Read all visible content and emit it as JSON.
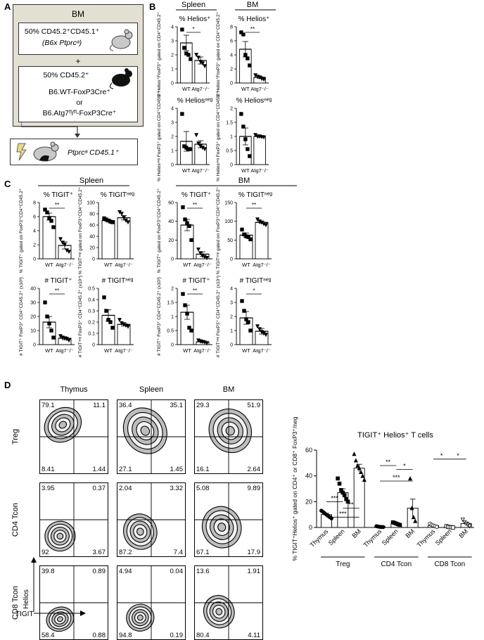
{
  "panels": {
    "a": "A",
    "b": "B",
    "c": "C",
    "d": "D"
  },
  "schema": {
    "outer_title": "BM",
    "donor1_line1": "50% CD45.2⁺CD45.1⁺",
    "donor1_line2": "(B6x Ptprcᵃ)",
    "plus": "+",
    "donor2_line1": "50% CD45.2⁺",
    "donor2_line2": "B6.WT-FoxP3Cre⁺",
    "donor2_or": "or",
    "donor2_line3": "B6.Atg7ᶠˡ/ᶠˡ-FoxP3Cre⁺",
    "recipient": "Ptprcᵃ CD45.1⁺",
    "colors": {
      "fill": "#e4dfd3",
      "border": "#333333"
    }
  },
  "flow": {
    "columns": [
      "Thymus",
      "Spleen",
      "BM"
    ],
    "rows": [
      "Treg",
      "CD4 Tcon",
      "CD8 Tcon"
    ],
    "x_axis": "TIGIT",
    "y_axis": "Helios",
    "quadrants": [
      [
        [
          "79.1",
          "11.1",
          "8.41",
          "1.44"
        ],
        [
          "36.4",
          "35.1",
          "27.1",
          "1.45"
        ],
        [
          "29.3",
          "51.9",
          "16.1",
          "2.64"
        ]
      ],
      [
        [
          "3.95",
          "0.37",
          "92",
          "3.67"
        ],
        [
          "2.04",
          "3.32",
          "87.2",
          "7.4"
        ],
        [
          "5.08",
          "9.89",
          "67.1",
          "17.9"
        ]
      ],
      [
        [
          "39.8",
          "0.89",
          "58.4",
          "0.88"
        ],
        [
          "4.94",
          "0.04",
          "94.8",
          "0.19"
        ],
        [
          "13.6",
          "1.91",
          "80.4",
          "4.11"
        ]
      ]
    ]
  },
  "chart_data": [
    {
      "type": "bar",
      "panel": "B",
      "group": "Spleen",
      "title": "% Helios⁺",
      "ylabel": "% Helios⁺FoxP3⁺ gated on CD4⁺CD45.2⁺",
      "categories": [
        "WT",
        "Atg7⁻/⁻"
      ],
      "ylim": [
        0,
        4
      ],
      "yticks": [
        0,
        1,
        2,
        3,
        4
      ],
      "means": [
        2.85,
        1.6
      ],
      "sem": [
        0.55,
        0.25
      ],
      "points": [
        [
          3.8,
          2.5,
          2.1,
          2.0,
          1.7
        ],
        [
          2.0,
          1.8,
          1.5,
          1.4,
          1.2
        ]
      ],
      "markers": [
        "square",
        "triangle-down"
      ],
      "significance": "*"
    },
    {
      "type": "bar",
      "panel": "B",
      "group": "BM",
      "title": "% Helios⁺",
      "ylabel": "% Helios⁺FoxP3⁺ gated on CD4⁺CD45.2⁺",
      "categories": [
        "WT",
        "Atg7⁻/⁻"
      ],
      "ylim": [
        0,
        8
      ],
      "yticks": [
        0,
        2,
        4,
        6,
        8
      ],
      "means": [
        4.8,
        0.8
      ],
      "sem": [
        1.1,
        0.15
      ],
      "points": [
        [
          7.2,
          6.9,
          4.0,
          3.5,
          2.5
        ],
        [
          1.1,
          0.9,
          0.8,
          0.6,
          0.5
        ]
      ],
      "markers": [
        "square",
        "triangle-down"
      ],
      "significance": "**"
    },
    {
      "type": "bar",
      "panel": "B",
      "group": "Spleen",
      "title": "% Heliosⁿᵉᵍ",
      "ylabel": "% Heliosⁿᵉᵍ FoxP3⁺ gated on CD4⁺CD45.2⁺",
      "categories": [
        "WT",
        "Atg7⁻/⁻"
      ],
      "ylim": [
        0,
        4
      ],
      "yticks": [
        0,
        1,
        2,
        3,
        4
      ],
      "means": [
        1.65,
        1.45
      ],
      "sem": [
        0.7,
        0.25
      ],
      "points": [
        [
          3.6,
          1.3,
          1.2,
          1.1,
          1.1
        ],
        [
          2.1,
          1.5,
          1.3,
          1.2,
          1.1
        ]
      ],
      "markers": [
        "square",
        "triangle-down"
      ],
      "significance": ""
    },
    {
      "type": "bar",
      "panel": "B",
      "group": "BM",
      "title": "% Heliosⁿᵉᵍ",
      "ylabel": "% Heliosⁿᵉᵍ FoxP3⁺ gated on CD4⁺CD45.2⁺",
      "categories": [
        "WT",
        "Atg7⁻/⁻"
      ],
      "ylim": [
        0,
        2.0
      ],
      "yticks": [
        0.0,
        0.5,
        1.0,
        1.5,
        2.0
      ],
      "means": [
        1.0,
        1.0
      ],
      "sem": [
        0.3,
        0.03
      ],
      "points": [
        [
          1.8,
          1.35,
          0.9,
          0.55,
          0.3
        ],
        [
          1.05,
          1.0,
          1.0,
          0.98,
          0.97
        ]
      ],
      "markers": [
        "square",
        "triangle-down"
      ],
      "significance": ""
    },
    {
      "type": "bar",
      "panel": "C",
      "group": "Spleen",
      "title": "% TIGIT⁺",
      "ylabel": "% TIGIT⁺ gated on FoxP3⁺CD4⁺CD45.2⁺",
      "categories": [
        "WT",
        "Atg7⁻/⁻"
      ],
      "ylim": [
        0,
        8
      ],
      "yticks": [
        0,
        2,
        4,
        6,
        8
      ],
      "means": [
        6.0,
        1.9
      ],
      "sem": [
        0.5,
        0.5
      ],
      "points": [
        [
          7.0,
          6.6,
          5.8,
          5.4,
          4.5
        ],
        [
          2.8,
          2.3,
          2.0,
          1.2,
          1.0
        ]
      ],
      "markers": [
        "square",
        "triangle-down"
      ],
      "significance": "**"
    },
    {
      "type": "bar",
      "panel": "C",
      "group": "Spleen",
      "title": "% TIGITⁿᵉᵍ",
      "ylabel": "% TIGITⁿᵉᵍ gated on FoxP3⁺CD4⁺CD45.2⁺",
      "categories": [
        "WT",
        "Atg7⁻/⁻"
      ],
      "ylim": [
        0,
        100
      ],
      "yticks": [
        0,
        20,
        40,
        60,
        80,
        100
      ],
      "means": [
        68,
        73
      ],
      "sem": [
        2,
        4
      ],
      "points": [
        [
          72,
          70,
          68,
          66,
          65
        ],
        [
          83,
          80,
          73,
          68,
          65
        ]
      ],
      "markers": [
        "square",
        "triangle-down"
      ],
      "significance": ""
    },
    {
      "type": "bar",
      "panel": "C",
      "group": "BM",
      "title": "% TIGIT⁺",
      "ylabel": "% TIGIT⁺ gated on FoxP3⁺CD4⁺CD45.2⁺",
      "categories": [
        "WT",
        "Atg7⁻/⁻"
      ],
      "ylim": [
        0,
        60
      ],
      "yticks": [
        0,
        20,
        40,
        60
      ],
      "means": [
        36,
        5
      ],
      "sem": [
        6,
        2.5
      ],
      "points": [
        [
          55,
          42,
          38,
          35,
          20
        ],
        [
          10,
          6,
          3,
          2,
          1
        ]
      ],
      "markers": [
        "square",
        "triangle-down"
      ],
      "significance": "**"
    },
    {
      "type": "bar",
      "panel": "C",
      "group": "BM",
      "title": "% TIGITⁿᵉᵍ",
      "ylabel": "% TIGITⁿᵉᵍ gated on FoxP3⁺CD4⁺CD45.2⁺",
      "categories": [
        "WT",
        "Atg7⁻/⁻"
      ],
      "ylim": [
        0,
        150
      ],
      "yticks": [
        0,
        50,
        100,
        150
      ],
      "means": [
        63,
        97
      ],
      "sem": [
        6,
        3
      ],
      "points": [
        [
          78,
          65,
          60,
          58,
          52
        ],
        [
          105,
          100,
          97,
          93,
          90
        ]
      ],
      "markers": [
        "square",
        "triangle-down"
      ],
      "significance": "**"
    },
    {
      "type": "bar",
      "panel": "C",
      "group": "Spleen",
      "title": "# TIGIT⁺",
      "ylabel": "# TIGIT⁺ FoxP3⁺ CD4⁺CD45.2⁺ (x10³)",
      "categories": [
        "WT",
        "Atg7⁻/⁻"
      ],
      "ylim": [
        0,
        40
      ],
      "yticks": [
        0,
        10,
        20,
        30,
        40
      ],
      "means": [
        16,
        4.5
      ],
      "sem": [
        4,
        1
      ],
      "points": [
        [
          30,
          20,
          15,
          10,
          5
        ],
        [
          6,
          5,
          4.5,
          4,
          3
        ]
      ],
      "markers": [
        "square",
        "triangle-down"
      ],
      "significance": "**"
    },
    {
      "type": "bar",
      "panel": "C",
      "group": "Spleen",
      "title": "# TIGITⁿᵉᵍ",
      "ylabel": "# TIGITⁿᵉᵍ FoxP3⁺ CD4⁺CD45.2⁺ (x10⁴)",
      "categories": [
        "WT",
        "Atg7⁻/⁻"
      ],
      "ylim": [
        0,
        0.5
      ],
      "yticks": [
        0.0,
        0.1,
        0.2,
        0.3,
        0.4,
        0.5
      ],
      "means": [
        0.26,
        0.18
      ],
      "sem": [
        0.05,
        0.015
      ],
      "points": [
        [
          0.42,
          0.3,
          0.22,
          0.2,
          0.15
        ],
        [
          0.22,
          0.19,
          0.18,
          0.17,
          0.16
        ]
      ],
      "markers": [
        "square",
        "triangle-down"
      ],
      "significance": ""
    },
    {
      "type": "bar",
      "panel": "C",
      "group": "BM",
      "title": "# TIGIT⁺",
      "ylabel": "# TIGIT⁺ FoxP3⁺ CD4⁺CD45.2⁺ (x10³)",
      "categories": [
        "WT",
        "Atg7⁻/⁻"
      ],
      "ylim": [
        0,
        2.0
      ],
      "yticks": [
        0.0,
        0.5,
        1.0,
        1.5,
        2.0
      ],
      "means": [
        1.15,
        0.1
      ],
      "sem": [
        0.25,
        0.03
      ],
      "points": [
        [
          1.8,
          1.4,
          1.1,
          0.6,
          0.5
        ],
        [
          0.15,
          0.12,
          0.1,
          0.08,
          0.05
        ]
      ],
      "markers": [
        "square",
        "triangle-down"
      ],
      "significance": "**"
    },
    {
      "type": "bar",
      "panel": "C",
      "group": "BM",
      "title": "# TIGITⁿᵉᵍ",
      "ylabel": "# TIGITⁿᵉᵍ FoxP3⁺ CD4⁺CD45.2⁺ (x10⁴)",
      "categories": [
        "WT",
        "Atg7⁻/⁻"
      ],
      "ylim": [
        0,
        4
      ],
      "yticks": [
        0,
        1,
        2,
        3,
        4
      ],
      "means": [
        1.9,
        0.95
      ],
      "sem": [
        0.45,
        0.2
      ],
      "points": [
        [
          3.1,
          2.4,
          1.8,
          1.6,
          1.0
        ],
        [
          1.3,
          1.1,
          0.9,
          0.8,
          0.7
        ]
      ],
      "markers": [
        "square",
        "triangle-down"
      ],
      "significance": "*"
    },
    {
      "type": "bar",
      "panel": "D",
      "title": "TIGIT⁺ Helios⁺ T cells",
      "ylabel": "% TIGIT⁺Helios⁺ gated on CD4⁺ or CD8⁺ FoxP3⁺/neg",
      "categories": [
        "Thymus",
        "Spleen",
        "BM",
        "Thymus",
        "Spleen",
        "BM",
        "Thymus",
        "Spleen",
        "BM"
      ],
      "groups": [
        "Treg",
        "CD4 Tcon",
        "CD8 Tcon"
      ],
      "ylim": [
        0,
        60
      ],
      "yticks": [
        0,
        20,
        40,
        60
      ],
      "means": [
        10,
        27,
        46,
        0.5,
        3,
        15,
        1.5,
        0.5,
        3
      ],
      "sem": [
        1,
        3,
        3,
        0.2,
        0.5,
        7,
        0.5,
        0.2,
        1
      ],
      "points": [
        [
          13,
          12,
          11,
          10,
          9,
          8,
          7
        ],
        [
          38,
          34,
          29,
          27,
          25,
          22,
          20
        ],
        [
          57,
          52,
          48,
          46,
          43,
          40,
          37
        ],
        [
          1,
          0.7,
          0.5,
          0.4,
          0.3
        ],
        [
          4,
          3.5,
          3,
          2.5,
          2
        ],
        [
          38,
          15,
          8,
          5
        ],
        [
          3,
          2,
          1.5,
          1,
          0.5
        ],
        [
          1,
          0.5,
          0.3,
          0.2,
          0
        ],
        [
          6,
          4,
          3,
          2,
          1
        ]
      ],
      "markers": [
        "circle",
        "square",
        "triangle-up",
        "circle",
        "square",
        "triangle-up",
        "circle-open",
        "square-open",
        "triangle-down-open"
      ],
      "significance": [
        {
          "from": 0,
          "to": 1,
          "label": "***"
        },
        {
          "from": 0,
          "to": 2,
          "label": "***"
        },
        {
          "from": 1,
          "to": 2,
          "label": "**"
        },
        {
          "from": 3,
          "to": 4,
          "label": "**"
        },
        {
          "from": 3,
          "to": 5,
          "label": "***"
        },
        {
          "from": 4,
          "to": 5,
          "label": "*"
        },
        {
          "from": 6,
          "to": 7,
          "label": "*"
        },
        {
          "from": 7,
          "to": 8,
          "label": "*"
        }
      ]
    }
  ]
}
